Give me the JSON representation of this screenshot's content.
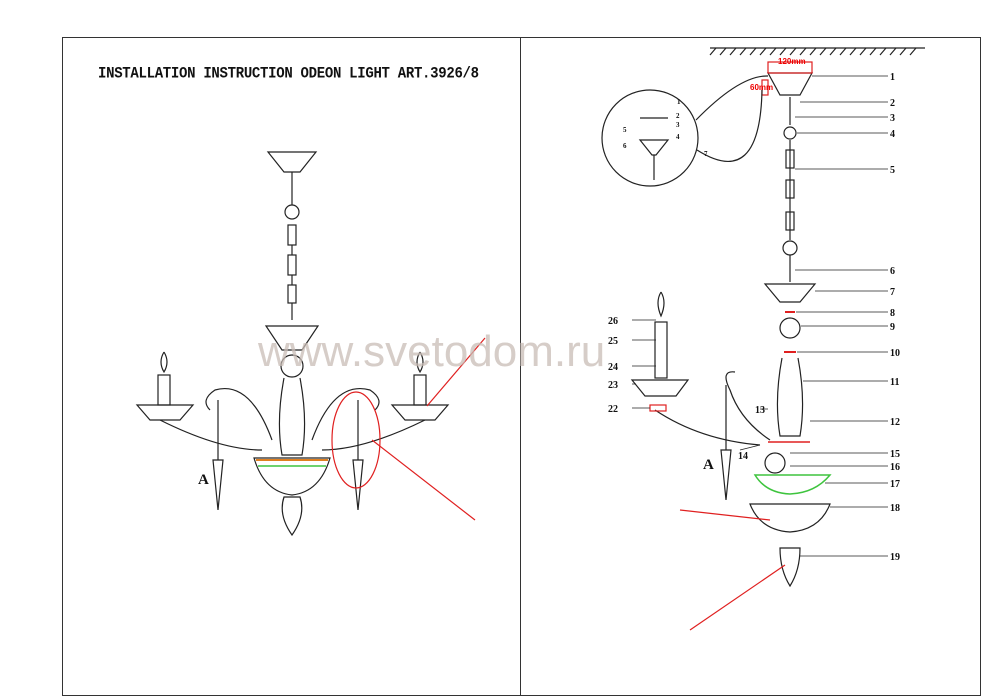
{
  "title": "INSTALLATION INSTRUCTION ODEON LIGHT ART.3926/8",
  "watermark": "www.svetodom.ru",
  "view_label_left": "A",
  "view_label_right": "A",
  "dimensions": {
    "width": "120mm",
    "height": "60mm"
  },
  "detail_labels": [
    "1",
    "2",
    "3",
    "4",
    "5",
    "6",
    "7"
  ],
  "part_numbers_right": [
    "1",
    "2",
    "3",
    "4",
    "5",
    "6",
    "7",
    "8",
    "9",
    "10",
    "11",
    "12",
    "15",
    "16",
    "17",
    "18",
    "19"
  ],
  "part_numbers_left": [
    "26",
    "25",
    "24",
    "23",
    "22",
    "13",
    "14"
  ],
  "colors": {
    "annotation": "#e02020",
    "highlight_green": "#3ec43e",
    "line": "#222222"
  }
}
